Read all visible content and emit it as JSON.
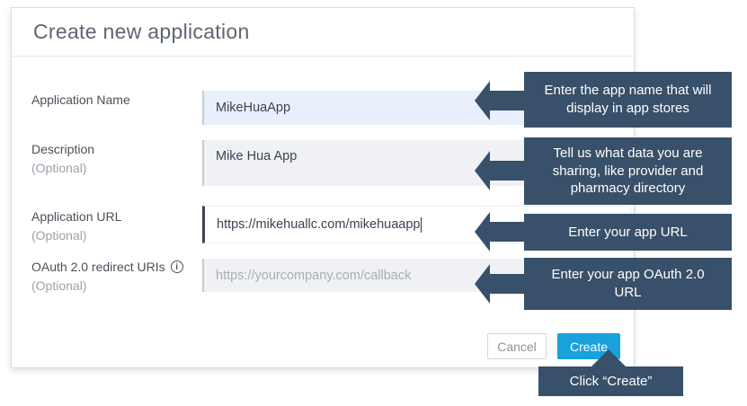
{
  "dialog": {
    "title": "Create new application",
    "optional_label": "(Optional)",
    "fields": [
      {
        "label": "Application Name",
        "value": "MikeHuaApp"
      },
      {
        "label": "Description",
        "value": "Mike Hua App"
      },
      {
        "label": "Application URL",
        "value": "https://mikehuallc.com/mikehuaapp"
      },
      {
        "label": "OAuth 2.0 redirect URIs",
        "value": "",
        "placeholder": "https://yourcompany.com/callback"
      }
    ],
    "buttons": {
      "cancel_label": "Cancel",
      "create_label": "Create"
    }
  },
  "icons": {
    "info": "i"
  },
  "callouts": [
    {
      "text": "Enter the app name that will display in app stores"
    },
    {
      "text": "Tell us what data you are sharing, like provider and pharmacy directory"
    },
    {
      "text": "Enter your app URL"
    },
    {
      "text": "Enter your app OAuth 2.0 URL"
    },
    {
      "text": "Click “Create”"
    }
  ],
  "colors": {
    "callout_bg": "#385069",
    "create_button_bg": "#18a1db",
    "field_highlight_bg": "#e9effb",
    "field_bg": "#f0f1f4",
    "focused_border": "#3e4452"
  }
}
